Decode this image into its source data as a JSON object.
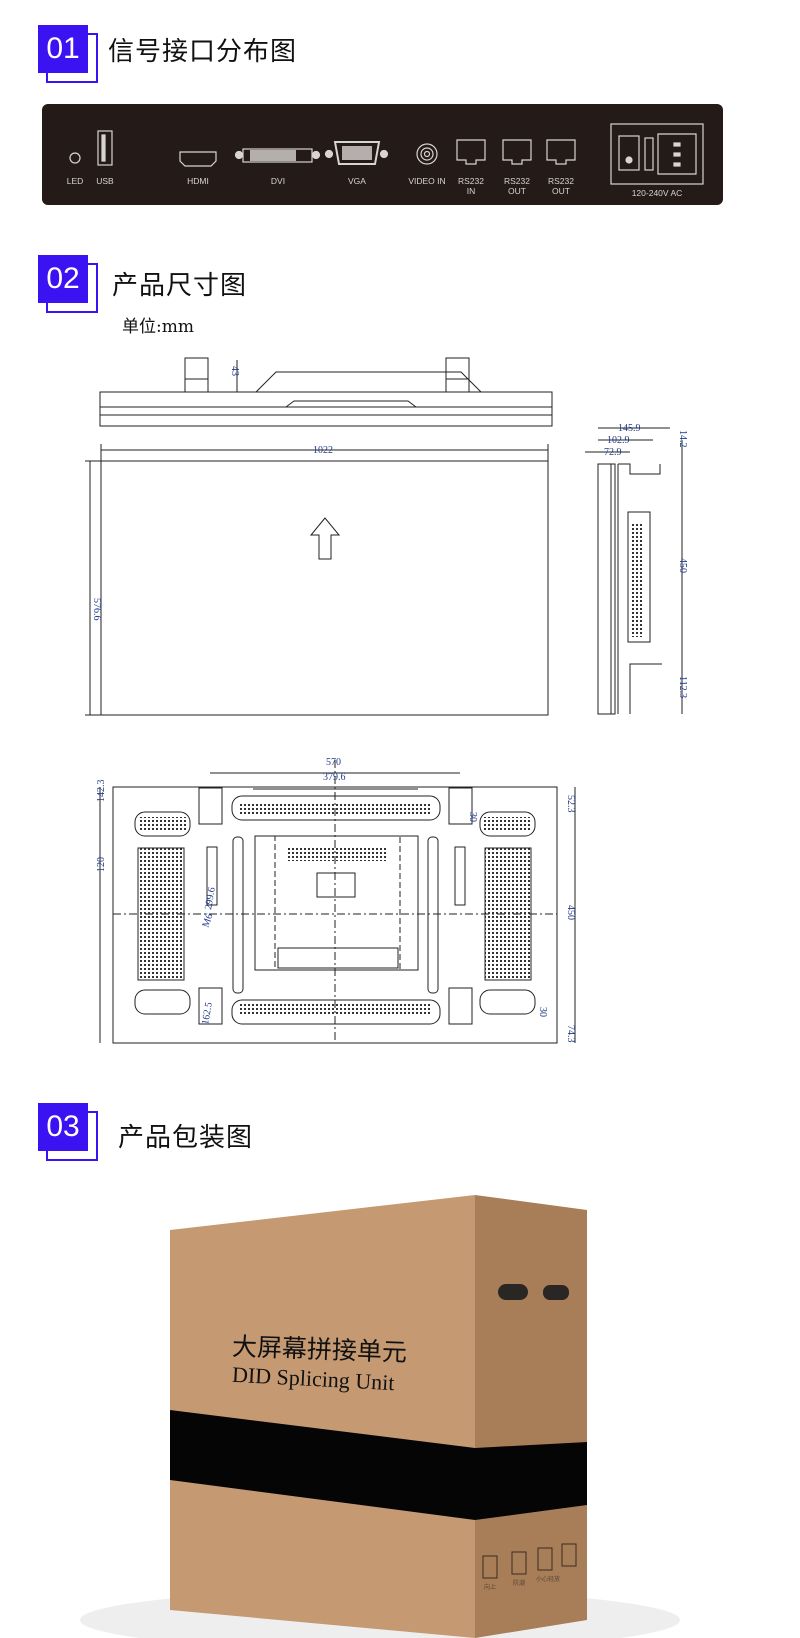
{
  "sections": [
    {
      "number": "01",
      "title": "信号接口分布图"
    },
    {
      "number": "02",
      "title": "产品尺寸图"
    },
    {
      "number": "03",
      "title": "产品包装图"
    }
  ],
  "interface_panel": {
    "ports": [
      {
        "icon": "led-icon",
        "label": "LED"
      },
      {
        "icon": "usb-port-icon",
        "label": "USB"
      },
      {
        "icon": "hdmi-port-icon",
        "label": "HDMI"
      },
      {
        "icon": "dvi-port-icon",
        "label": "DVI"
      },
      {
        "icon": "vga-port-icon",
        "label": "VGA"
      },
      {
        "icon": "video-in-port-icon",
        "label": "VIDEO IN"
      },
      {
        "icon": "rj45-port-icon",
        "label": "RS232",
        "sub": "IN"
      },
      {
        "icon": "rj45-port-icon",
        "label": "RS232",
        "sub": "OUT"
      },
      {
        "icon": "rj45-port-icon",
        "label": "RS232",
        "sub": "OUT"
      },
      {
        "icon": "power-socket-icon",
        "label": "120-240V AC"
      }
    ],
    "colors": {
      "panel": "#241a17",
      "label": "#d8d4d2"
    }
  },
  "dimensions": {
    "unit_label": "单位:mm",
    "top_view": {
      "depth": "43"
    },
    "front_view": {
      "width": "1022",
      "height": "576.6"
    },
    "side_view": {
      "d1": "145.9",
      "d2": "102.9",
      "d3": "72.9",
      "top": "14.2",
      "mid": "450",
      "bottom": "112.3"
    },
    "back_view": {
      "span_outer": "570",
      "span_inner": "379.6",
      "left_top": "142.3",
      "left_gap": "120",
      "left_mid": "299.6",
      "screw": "M6",
      "left_low": "162.5",
      "right_top": "52.3",
      "right_small_top": "30",
      "right_mid": "450",
      "right_small_bottom": "30",
      "right_bottom": "74.3"
    }
  },
  "packaging": {
    "title_cn": "大屏幕拼接单元",
    "title_en": "DID Splicing Unit",
    "icons": [
      {
        "icon": "this-way-up-icon",
        "label": "向上"
      },
      {
        "icon": "keep-dry-icon",
        "label": "防潮"
      },
      {
        "icon": "fragile-icon",
        "label": "小心轻放"
      },
      {
        "icon": "stack-limit-icon",
        "label": ""
      }
    ],
    "colors": {
      "front": "#c59a72",
      "side": "#a87e58",
      "stripe": "#050505"
    }
  },
  "accent_color": "#3b12f2"
}
